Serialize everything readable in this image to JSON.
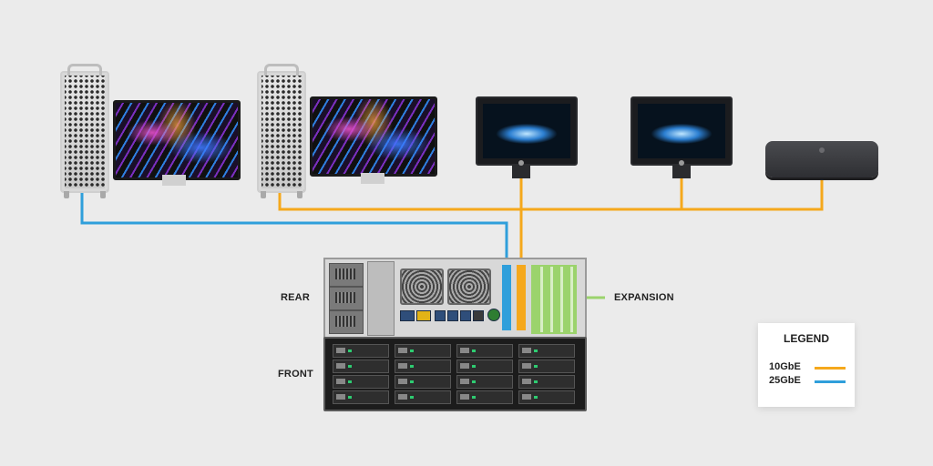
{
  "labels": {
    "rear": "REAR",
    "front": "FRONT",
    "expansion": "EXPANSION"
  },
  "legend": {
    "title": "LEGEND",
    "items": [
      {
        "label": "10GbE",
        "color": "#f5a81c"
      },
      {
        "label": "25GbE",
        "color": "#2f9fdb"
      }
    ]
  },
  "colors": {
    "ten_gbe": "#f5a81c",
    "twentyfive_gbe": "#2f9fdb",
    "expansion": "#9bd36c"
  },
  "devices": {
    "workstations": [
      "mac-pro",
      "mac-pro"
    ],
    "displays": [
      "pro-display",
      "pro-display"
    ],
    "all_in_ones": [
      "imac-pro",
      "imac-pro"
    ],
    "compact": "mac-mini"
  }
}
